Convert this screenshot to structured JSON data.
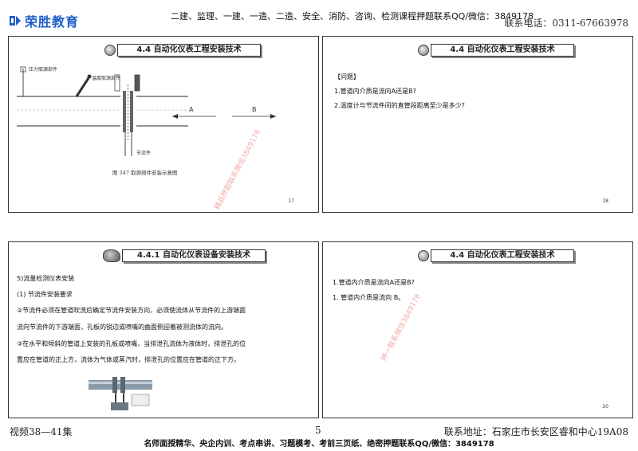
{
  "header": {
    "logo_text": "荣胜教育",
    "courses": "二建、监理、一建、一造、二造、安全、消防、咨询、检测课程押题联系QQ/微信：3849178",
    "phone": "联系电话：0311-67663978"
  },
  "slides": [
    {
      "title": "4.4 自动化仪表工程安装技术",
      "page": "17",
      "watermark": "精品押题联系微信3849178",
      "figure": {
        "caption": "图 347  取源部件安装示意图",
        "label_top": "压力取源部件",
        "label_mid": "温度取源部件",
        "label_low": "节流件",
        "arrow_a": "A",
        "arrow_b": "B"
      }
    },
    {
      "title": "4.4 自动化仪表工程安装技术",
      "page": "18",
      "lines": [
        "【问题】",
        "1.管道内介质是流向A还是B?",
        "2.温度计与节流件间的直管段距离至少是多少?"
      ]
    },
    {
      "title": "4.4.1 自动化仪表设备安装技术",
      "page": "",
      "lines": [
        "5)流量检测仪表安装",
        "(1) 节流件安装要求",
        "②节流件必须在管道吹洗后确定节流件安装方向，必须使流体从节流件的上游端面",
        "流向节流件的下游端面，孔板的锐边或喷嘴的曲面侧迎着被测流体的流向。",
        "③在水平和倾斜的管道上安装的孔板或喷嘴，当排泄孔流体为液体时，排泄孔的位",
        "置应在管道的正上方，流体为气体或蒸汽时，排泄孔的位置应在管道的正下方。"
      ]
    },
    {
      "title": "4.4 自动化仪表工程安装技术",
      "page": "20",
      "watermark": "押一联系微信3849178",
      "lines": [
        "1.管道内介质是流向A还是B?",
        "1. 管道内介质是流向 B。"
      ]
    }
  ],
  "footer": {
    "left": "视频38—41集",
    "center": "5",
    "address": "联系地址：石家庄市长安区睿和中心19A08",
    "promo": "名师面授精华、央企内训、考点串讲、习题模考、考前三页纸、绝密押题联系QQ/微信：3849178"
  }
}
